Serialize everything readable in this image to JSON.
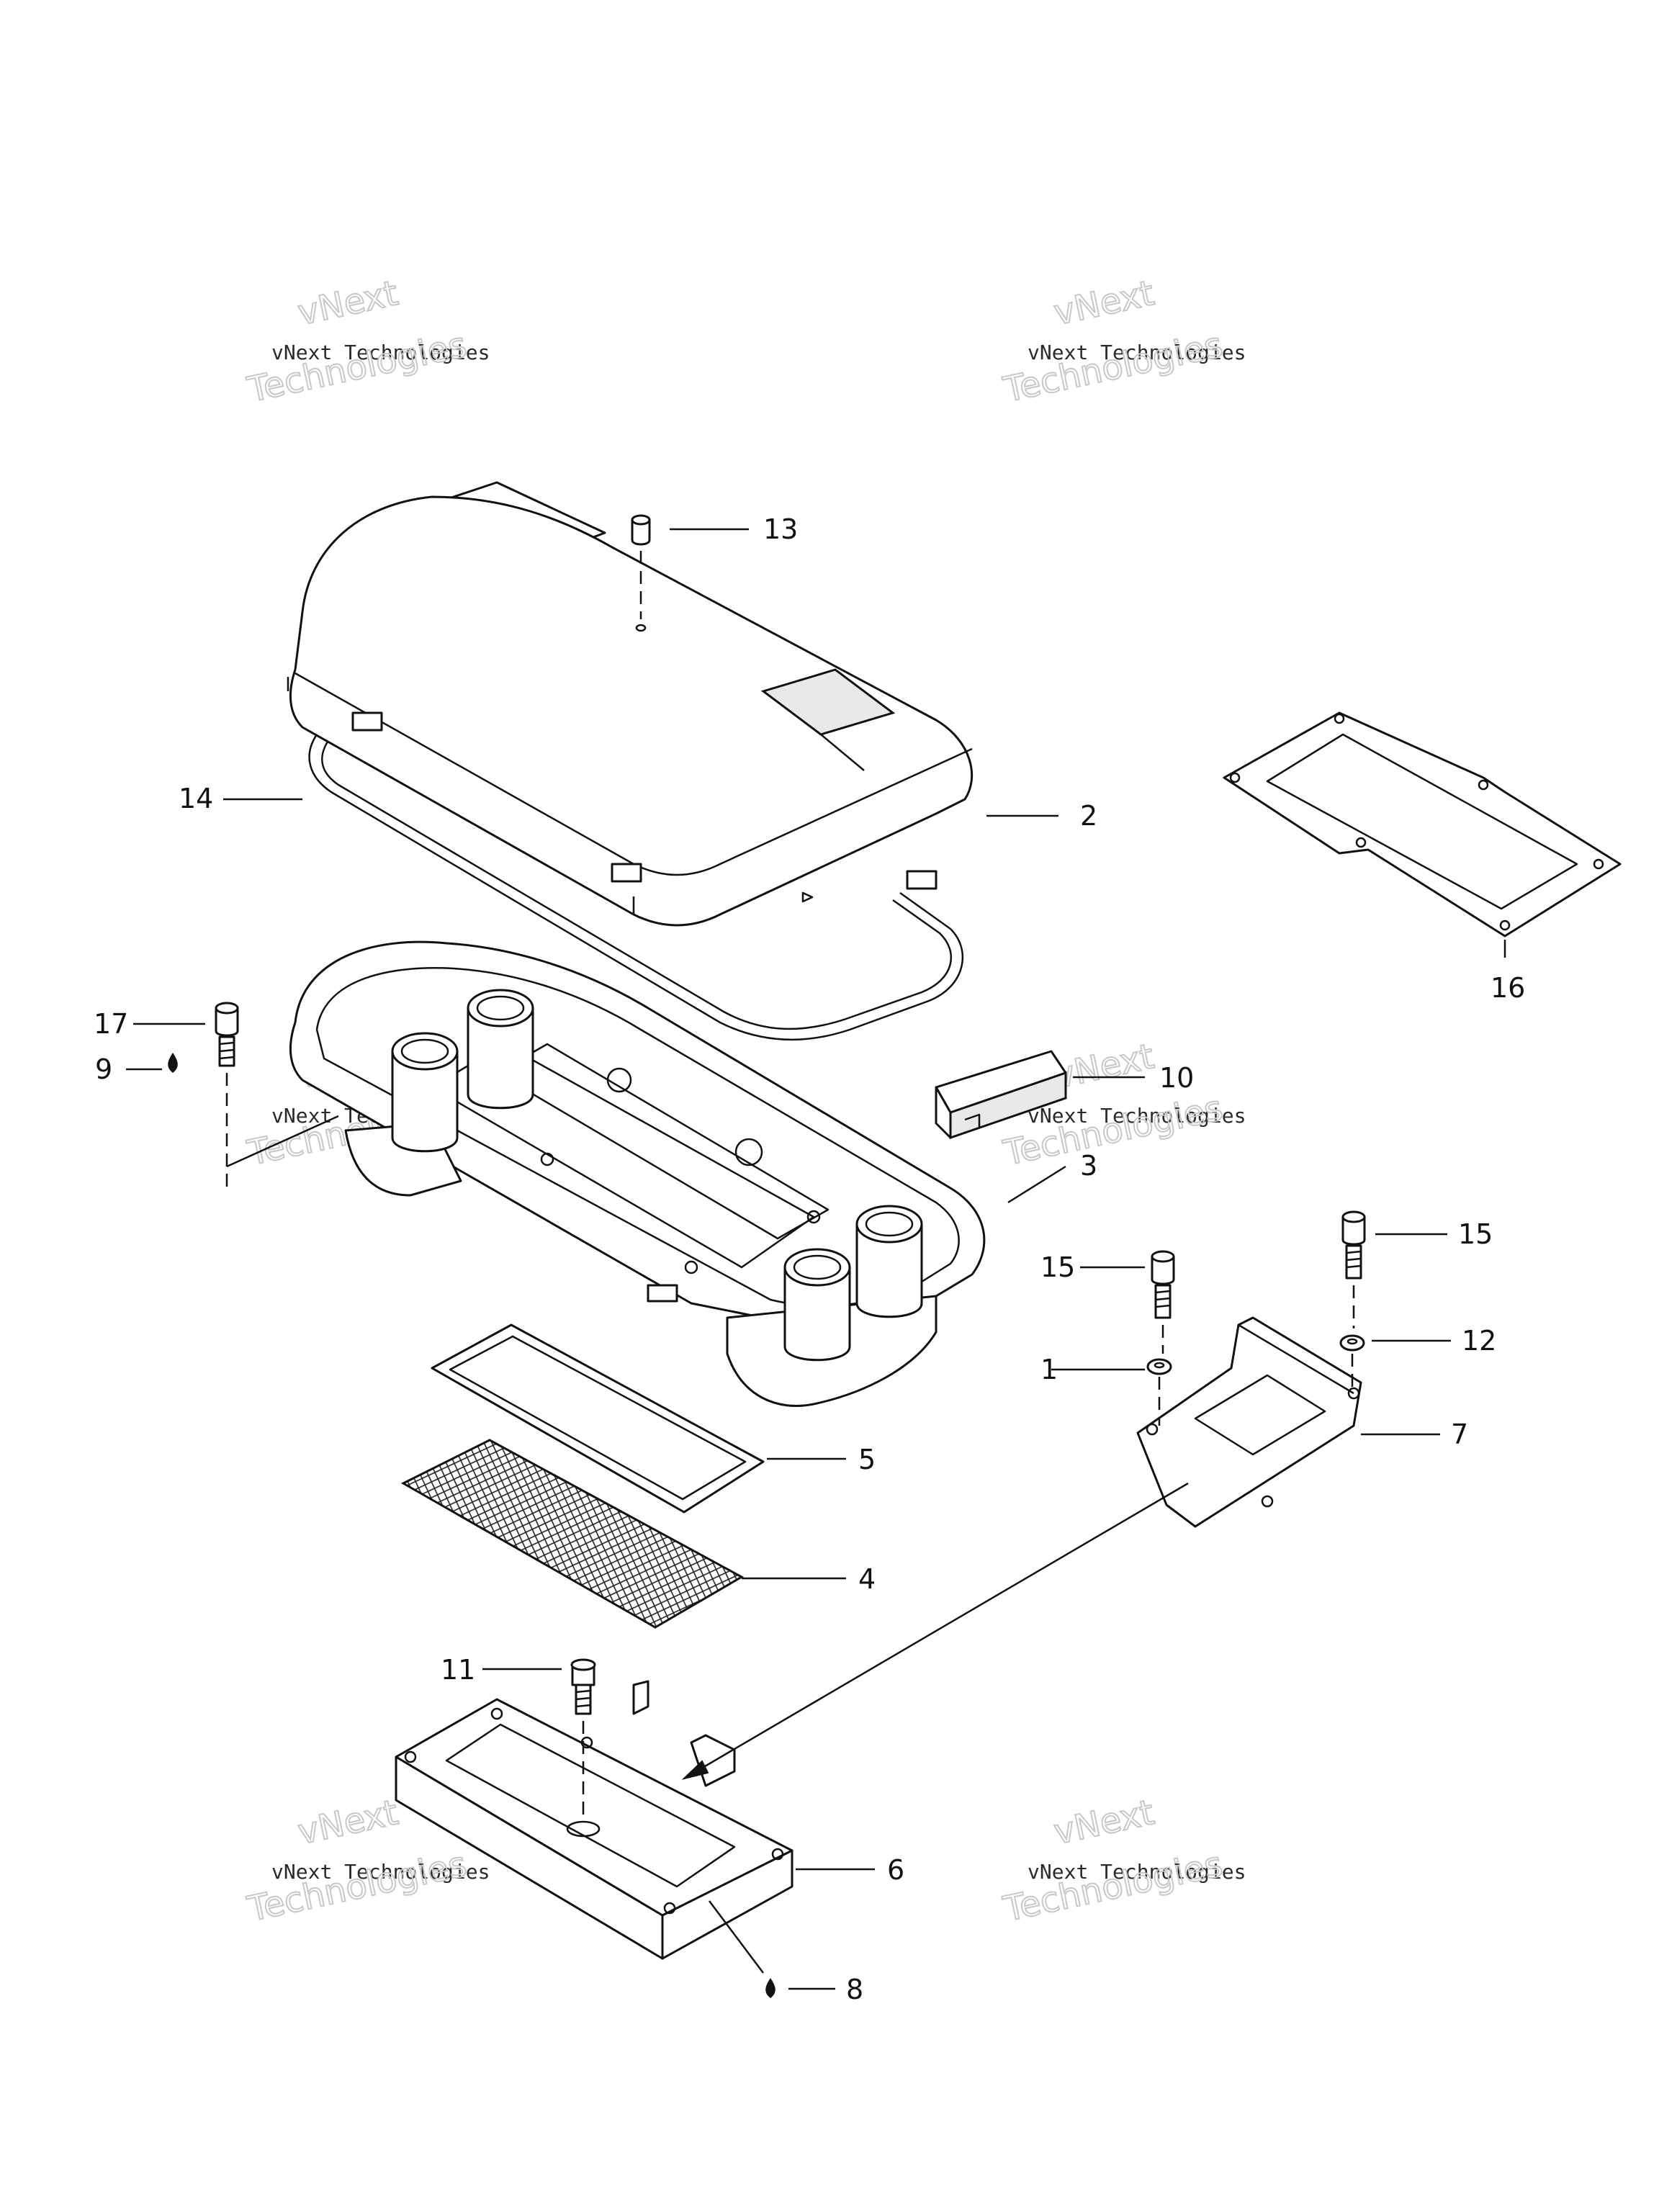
{
  "watermark": {
    "line1": "vNext",
    "line2": "vNext Technologies",
    "line3": "Technologies"
  },
  "callouts": [
    "1",
    "2",
    "3",
    "4",
    "5",
    "6",
    "7",
    "8",
    "9",
    "10",
    "11",
    "12",
    "13",
    "14",
    "15",
    "15",
    "16",
    "17"
  ]
}
